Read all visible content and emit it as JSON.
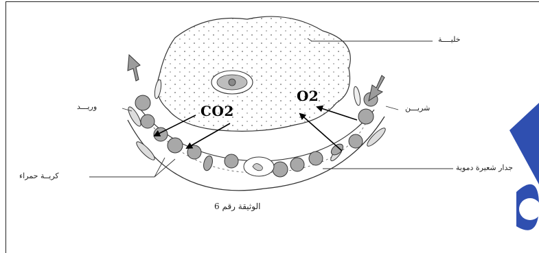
{
  "labels": {
    "cell": "خليــــة",
    "vein": "وريـــد",
    "artery": "شريـــن",
    "red_blood_cell": "كريــة حمراء",
    "capillary_wall": "جدار شعيرة دموية"
  },
  "gases": {
    "co2": "CO2",
    "o2": "O2"
  },
  "caption": "الوثيقة رقم 6",
  "colors": {
    "line": "#333333",
    "cell_fill": "#ffffff",
    "rbc_fill": "#a8a8a8",
    "arrow_fill": "#9c9c9c",
    "watermark": "#2f4fb0"
  }
}
